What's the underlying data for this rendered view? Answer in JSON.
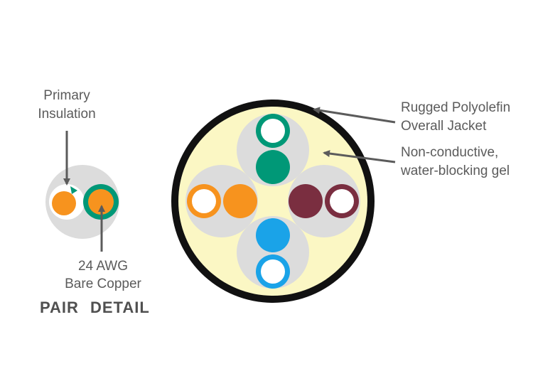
{
  "labels": {
    "primary_insulation_line1": "Primary",
    "primary_insulation_line2": "Insulation",
    "copper_line1": "24 AWG",
    "copper_line2": "Bare Copper",
    "pair_detail_word1": "PAIR",
    "pair_detail_word2": "DETAIL",
    "jacket_line1": "Rugged Polyolefin",
    "jacket_line2": "Overall Jacket",
    "gel_line1": "Non-conductive,",
    "gel_line2": "water-blocking gel"
  },
  "colors": {
    "jacket": "#111111",
    "gel": "#fbf7c4",
    "pair_background": "#dcdcdc",
    "green": "#009877",
    "orange": "#f7931e",
    "brown": "#7a2e40",
    "blue": "#1aa3e8",
    "white": "#ffffff",
    "arrow": "#5b5b5b"
  },
  "pairs": [
    {
      "name": "green",
      "position": "top"
    },
    {
      "name": "orange",
      "position": "left"
    },
    {
      "name": "brown",
      "position": "right"
    },
    {
      "name": "blue",
      "position": "bottom"
    }
  ]
}
